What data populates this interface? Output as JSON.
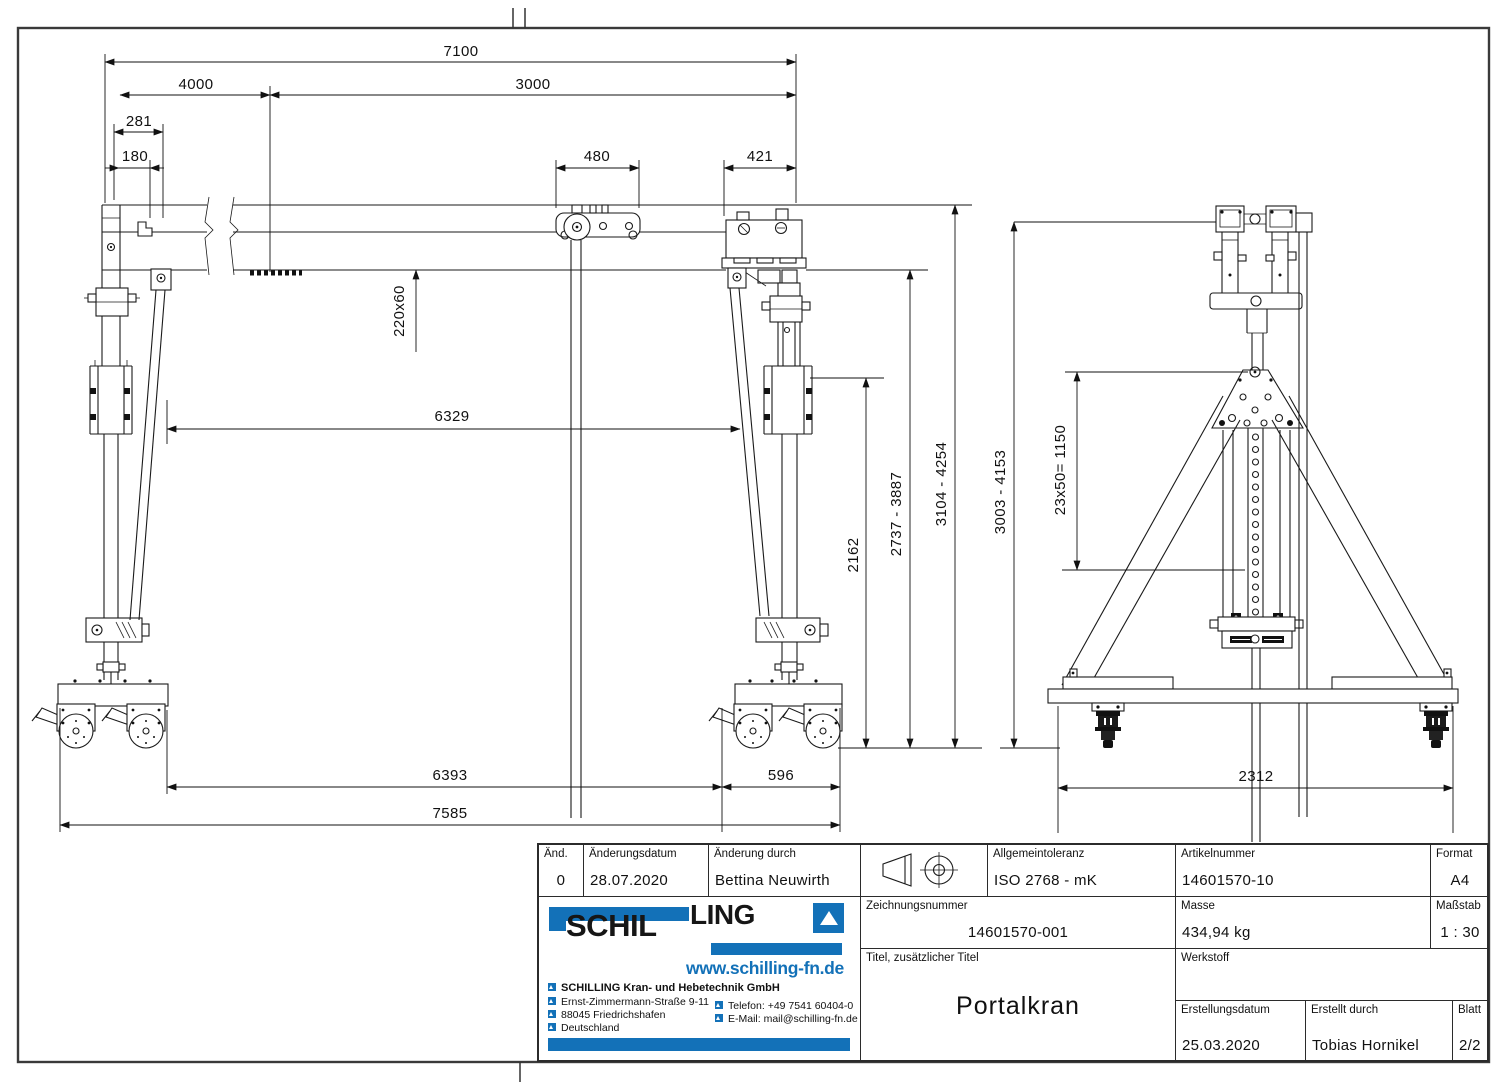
{
  "dims": {
    "front": {
      "overall_top": "7100",
      "span_left": "4000",
      "span_right": "3000",
      "offset_a": "281",
      "offset_b": "180",
      "trolley_width": "480",
      "carriage_width": "421",
      "beam_profile": "220x60",
      "clear_span": "6329",
      "height_col": "2162",
      "height_range_low": "2737 - 3887",
      "height_range_high": "3104 - 4254",
      "base_span": "6393",
      "base_leg": "596",
      "base_total": "7585"
    },
    "side": {
      "height_range": "3003 - 4153",
      "hole_pattern": "23x50= 1150",
      "base_width": "2312"
    }
  },
  "title_block": {
    "and_label": "Änd.",
    "and_value": "0",
    "change_date_label": "Änderungsdatum",
    "change_date": "28.07.2020",
    "changed_by_label": "Änderung durch",
    "changed_by": "Bettina Neuwirth",
    "tolerance_label": "Allgemeintoleranz",
    "tolerance": "ISO 2768 - mK",
    "article_label": "Artikelnummer",
    "article": "14601570-10",
    "format_label": "Format",
    "format": "A4",
    "drawing_no_label": "Zeichnungsnummer",
    "drawing_no": "14601570-001",
    "mass_label": "Masse",
    "mass": "434,94 kg",
    "scale_label": "Maßstab",
    "scale": "1 : 30",
    "title_label": "Titel, zusätzlicher Titel",
    "title": "Portalkran",
    "material_label": "Werkstoff",
    "material": "",
    "created_date_label": "Erstellungsdatum",
    "created_date": "25.03.2020",
    "created_by_label": "Erstellt durch",
    "created_by": "Tobias Hornikel",
    "sheet_label": "Blatt",
    "sheet": "2/2"
  },
  "logo": {
    "name_part1": "SCHIL",
    "name_part2": "LING",
    "website": "www.schilling-fn.de",
    "company": "SCHILLING Kran- und Hebetechnik GmbH",
    "address1": "Ernst-Zimmermann-Straße 9-11",
    "address2": "88045 Friedrichshafen",
    "address3": "Deutschland",
    "phone": "Telefon: +49 7541 60404-0",
    "email": "E-Mail: mail@schilling-fn.de",
    "brand_blue": "#1371b8"
  }
}
